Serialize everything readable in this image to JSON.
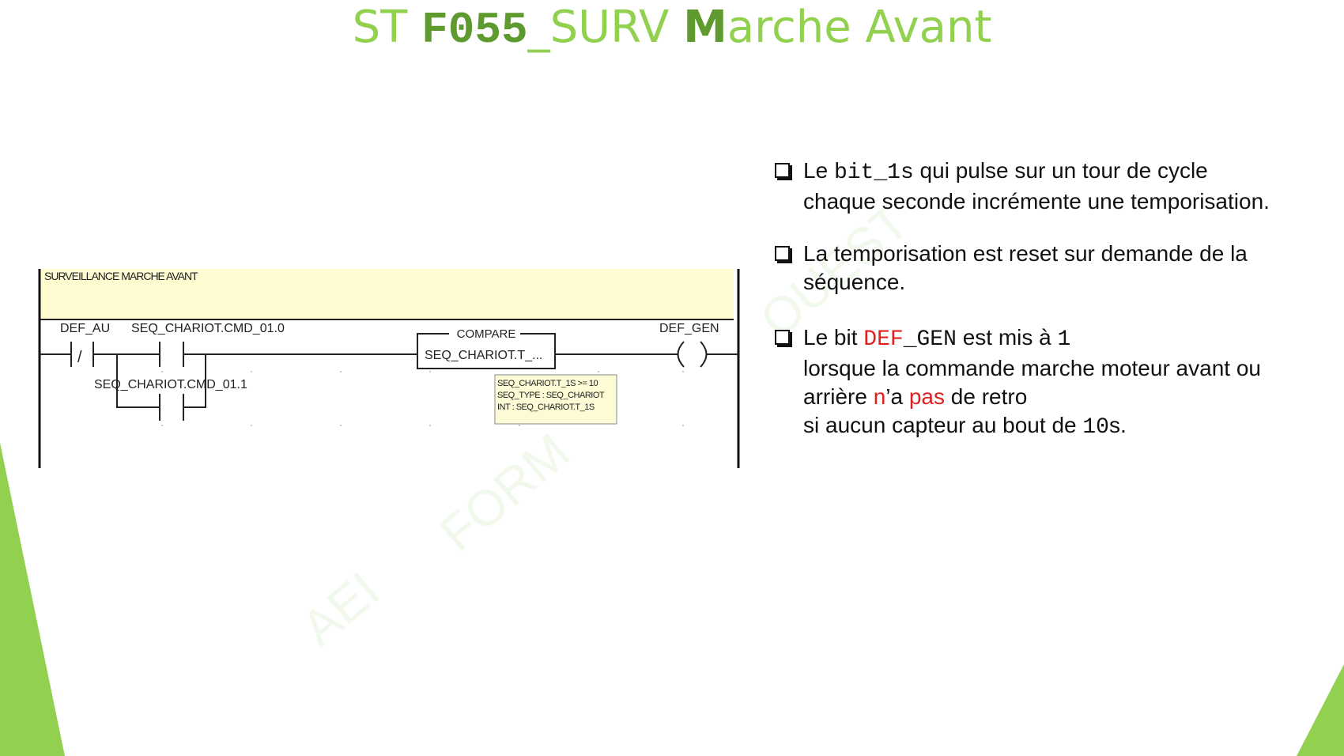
{
  "title": {
    "prefix": "ST",
    "code": "F055",
    "code_suffix": "_SURV",
    "m": "M",
    "rest": "arche Avant"
  },
  "ladder": {
    "header_label": "SURVEILLANCE MARCHE AVANT",
    "contact1_label": "DEF_AU",
    "contact2_label": "SEQ_CHARIOT.CMD_01.0",
    "contact3_label": "SEQ_CHARIOT.CMD_01.1",
    "nc_symbol": "/",
    "compare_title": "COMPARE",
    "compare_content": "SEQ_CHARIOT.T_...",
    "compare_tooltip": [
      "SEQ_CHARIOT.T_1S >= 10",
      "SEQ_TYPE : SEQ_CHARIOT",
      "INT : SEQ_CHARIOT.T_1S"
    ],
    "coil_label": "DEF_GEN"
  },
  "watermark": {
    "left": "AEI",
    "mid": "FORM",
    "right": "OUEST"
  },
  "bullets": {
    "b1": {
      "t1": "Le ",
      "code": "bit_1s",
      "t2": " qui pulse sur un tour de cycle",
      "line2": "chaque seconde incrémente une temporisation."
    },
    "b2": {
      "line1": "La temporisation est reset sur demande de la",
      "line2": "séquence."
    },
    "b3": {
      "t1": "Le bit ",
      "code_red": "DEF",
      "code_black": "_GEN",
      "t2": " est mis à ",
      "one": "1",
      "line2": "lorsque la commande marche moteur avant ou",
      "l3a": "arrière ",
      "l3_n": "n",
      "l3b": "’a ",
      "l3_pas": "pas",
      "l3c": " de retro",
      "l4a": "si aucun capteur au bout de ",
      "l4_code": "10",
      "l4b": "s."
    }
  },
  "colors": {
    "accent_light": "#92d050",
    "accent_dark": "#5e9a2e",
    "header_fill": "#fefbd0",
    "highlight_red": "#e02020"
  }
}
